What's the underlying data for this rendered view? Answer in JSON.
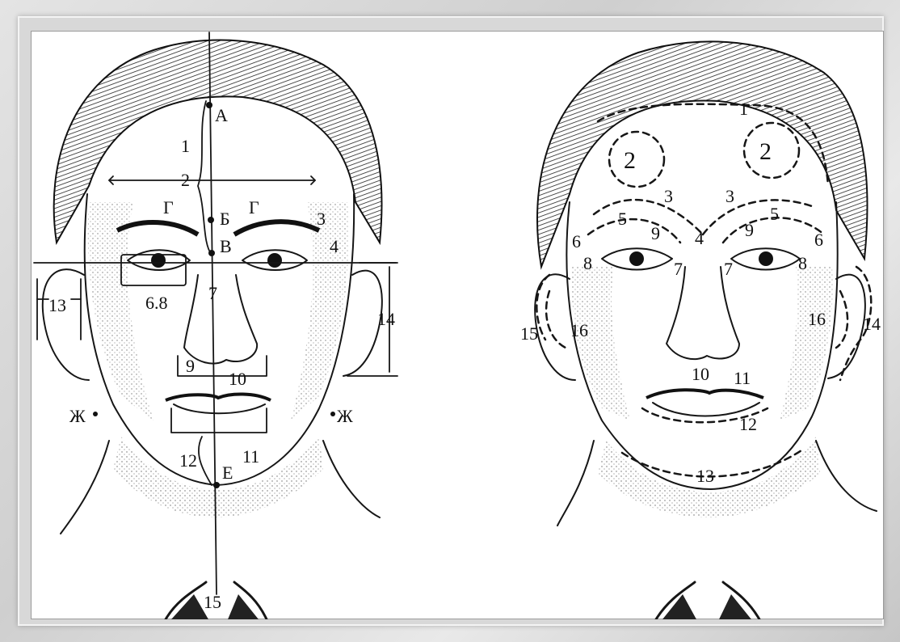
{
  "left_face": {
    "points": {
      "a": "А",
      "b": "Б",
      "v": "В",
      "g_left": "Г",
      "g_right": "Г",
      "e": "Е",
      "zh_left": "Ж",
      "zh_right": "Ж"
    },
    "numbers": {
      "n1": "1",
      "n2": "2",
      "n3": "3",
      "n4": "4",
      "n6_8": "6.8",
      "n7": "7",
      "n9": "9",
      "n10": "10",
      "n11": "11",
      "n12": "12",
      "n13": "13",
      "n14": "14",
      "n15": "15"
    }
  },
  "right_face": {
    "numbers": {
      "n1": "1",
      "n2_left": "2",
      "n2_right": "2",
      "n3_left": "3",
      "n3_right": "3",
      "n4": "4",
      "n5_left": "5",
      "n5_right": "5",
      "n6_left": "6",
      "n6_right": "6",
      "n7_left": "7",
      "n7_right": "7",
      "n8_left": "8",
      "n8_right": "8",
      "n9_left": "9",
      "n9_right": "9",
      "n10": "10",
      "n11": "11",
      "n12": "12",
      "n13": "13",
      "n14": "14",
      "n15": "15",
      "n16_left": "16",
      "n16_right": "16"
    }
  },
  "colors": {
    "ink": "#161616",
    "paper": "#ffffff",
    "frame": "#d8d8d8"
  }
}
